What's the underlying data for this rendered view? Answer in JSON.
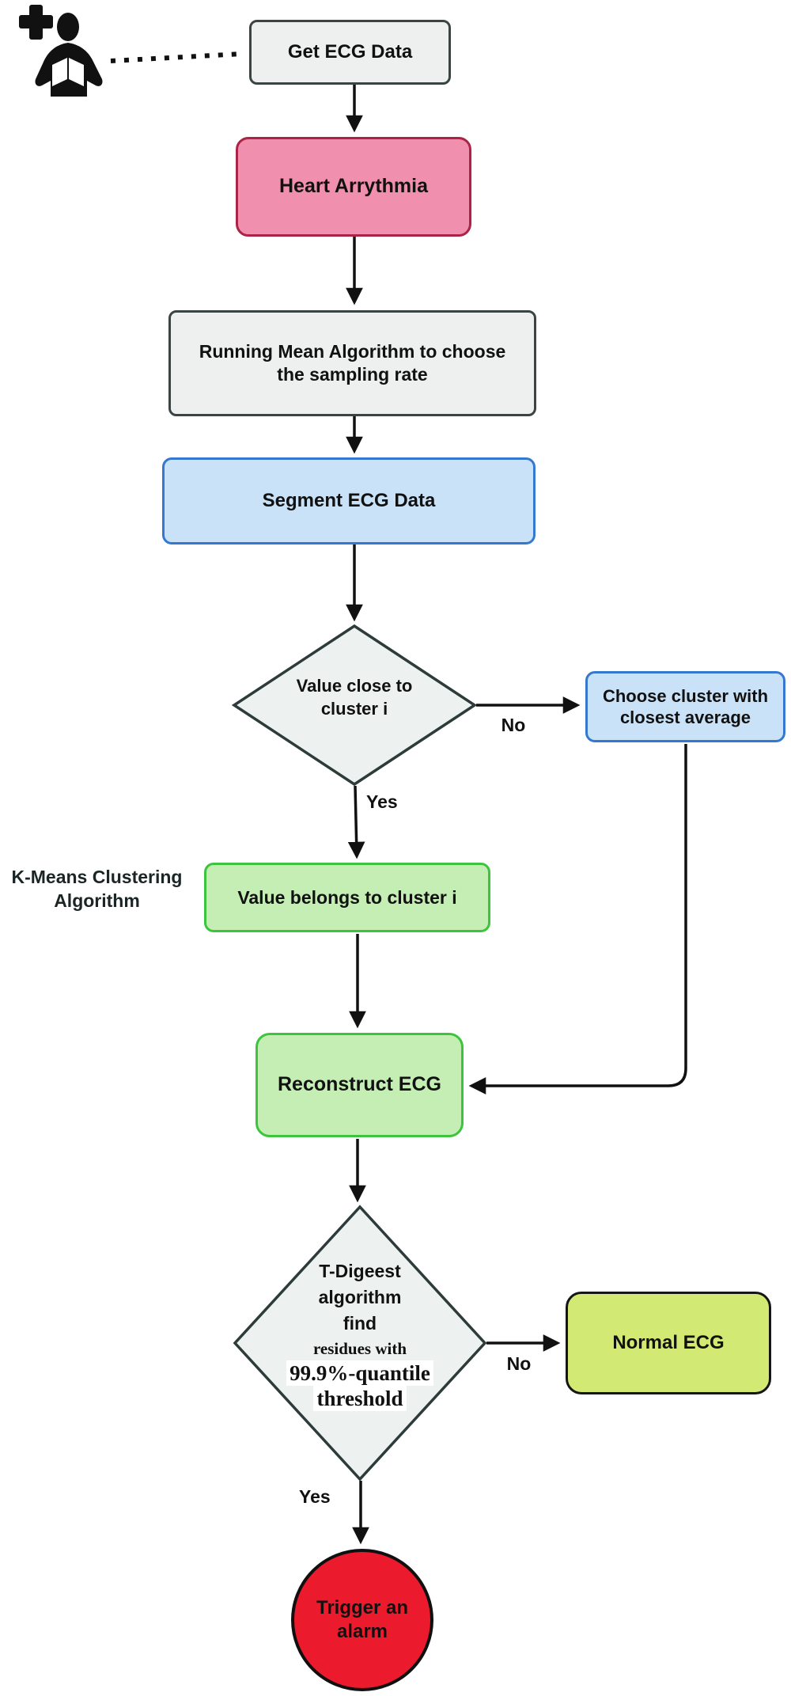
{
  "figure": {
    "type": "flowchart",
    "description": "ECG anomaly detection pipeline flowchart"
  },
  "colors": {
    "box_gray_fill": "#edf0ee",
    "box_gray_border": "#3a4444",
    "pink_fill": "#f08fae",
    "pink_border": "#ab2346",
    "blue_fill": "#c9e2f8",
    "blue_border": "#3479cf",
    "green_fill": "#c4eeb4",
    "green_border": "#3cc43c",
    "yellowgreen_fill": "#d2ea74",
    "yellowgreen_border": "#151515",
    "red_circle_fill": "#eb1b2d",
    "diamond_fill": "#edf1ef",
    "diamond_border": "#2e3b3b",
    "connector_color": "#111111"
  },
  "icons": {
    "physician": "physician-with-medical-cross-icon"
  },
  "nodes": {
    "get_ecg": {
      "label": "Get ECG Data"
    },
    "heart_arrythmia": {
      "label": "Heart Arrythmia"
    },
    "running_mean": {
      "label": "Running Mean Algorithm to choose the sampling rate"
    },
    "segment_ecg": {
      "label": "Segment ECG Data"
    },
    "value_close_decision": {
      "label": "Value close to cluster i"
    },
    "choose_cluster": {
      "label": "Choose cluster with closest average"
    },
    "kmeans_caption": {
      "line1": "K-Means Clustering",
      "line2": "Algorithm"
    },
    "value_belongs": {
      "label": "Value belongs  to cluster i"
    },
    "reconstruct_ecg": {
      "label": "Reconstruct ECG"
    },
    "tdigest_decision": {
      "line1": "T-Digeest",
      "line2": "algorithm",
      "line3": "find",
      "line4": "residues with",
      "line5": "99.9%-quantile",
      "line6": "threshold"
    },
    "normal_ecg": {
      "label": "Normal ECG"
    },
    "trigger_alarm": {
      "line1": "Trigger an",
      "line2": "alarm"
    }
  },
  "edge_labels": {
    "value_close_no": "No",
    "value_close_yes": "Yes",
    "tdigest_no": "No",
    "tdigest_yes": "Yes"
  }
}
